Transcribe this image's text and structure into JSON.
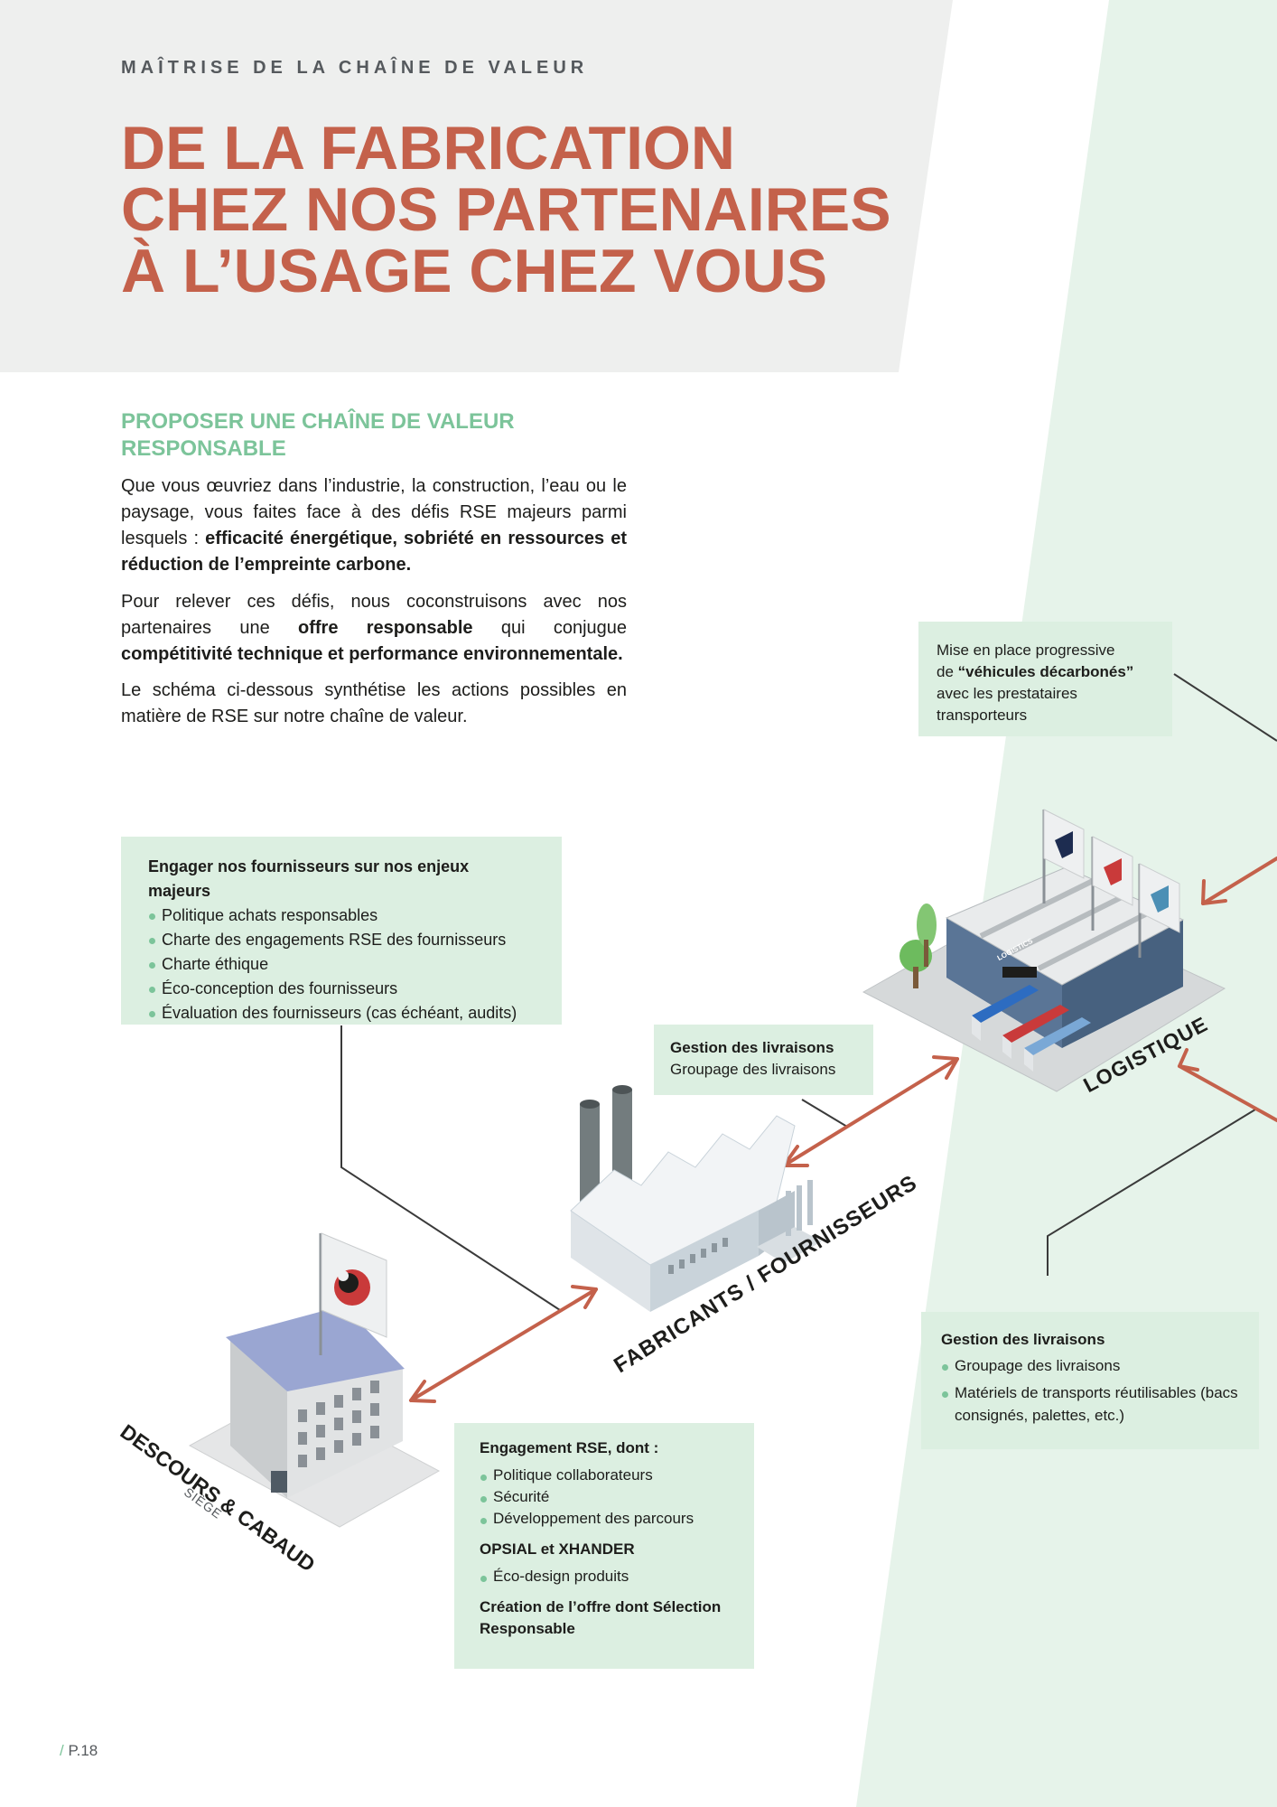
{
  "header": {
    "kicker": "MAÎTRISE DE LA CHAÎNE DE VALEUR",
    "title_lines": [
      "DE LA FABRICATION",
      "CHEZ NOS PARTENAIRES",
      "À L’USAGE CHEZ VOUS"
    ]
  },
  "intro": {
    "subtitle_line1": "PROPOSER UNE CHAÎNE DE VALEUR",
    "subtitle_line2": "RESPONSABLE",
    "p1_text": "Que vous œuvriez dans l’industrie, la construction, l’eau ou le paysage, vous faites face à des défis RSE majeurs parmi lesquels : ",
    "p1_bold": "efficacité énergétique, sobriété en ressources et réduction de l’empreinte carbone.",
    "p2_a": "Pour relever ces défis, nous coconstruisons avec nos partenaires une ",
    "p2_b": "offre responsable",
    "p2_c": " qui conjugue ",
    "p2_d": "compétitivité technique et performance environnementale.",
    "p3": "Le schéma ci-dessous synthétise les actions possibles en matière de RSE sur notre chaîne de valeur."
  },
  "boxes": {
    "transport": {
      "line1": "Mise en place progressive",
      "line2_prefix": "de ",
      "line2_bold": "“véhicules décarbonés”",
      "line3": "avec les prestataires",
      "line4": "transporteurs"
    },
    "suppliers": {
      "heading": "Engager nos fournisseurs sur nos enjeux majeurs",
      "items": [
        "Politique achats responsables",
        "Charte des engagements RSE des fournisseurs",
        "Charte éthique",
        "Éco-conception des fournisseurs",
        "Évaluation des fournisseurs (cas échéant, audits)"
      ]
    },
    "delivery_small": {
      "heading": "Gestion des livraisons",
      "line": "Groupage des livraisons"
    },
    "delivery_big": {
      "heading": "Gestion des livraisons",
      "items": [
        "Groupage des livraisons",
        "Matériels de transports réutilisables (bacs consignés, palettes, etc.)"
      ]
    },
    "rse": {
      "heading1": "Engagement RSE, dont :",
      "items1": [
        "Politique collaborateurs",
        "Sécurité",
        "Développement des parcours"
      ],
      "heading2": "OPSIAL et XHANDER",
      "items2": [
        "Éco-design produits"
      ],
      "heading3": "Création de l’offre dont Sélection Responsable"
    }
  },
  "labels": {
    "logistique": "LOGISTIQUE",
    "fabricants": "FABRICANTS / FOURNISSEURS",
    "siege_name": "DESCOURS & CABAUD",
    "siege_sub": "SIÈGE",
    "warehouse_sign": "LOGISTICS"
  },
  "footer": {
    "slash": "/",
    "page": "P.18"
  },
  "colors": {
    "accent_terracotta": "#c4614b",
    "accent_green": "#7cc49a",
    "box_green": "#dcefe1",
    "band_green": "#e6f3ea",
    "header_grey": "#eeefee"
  }
}
